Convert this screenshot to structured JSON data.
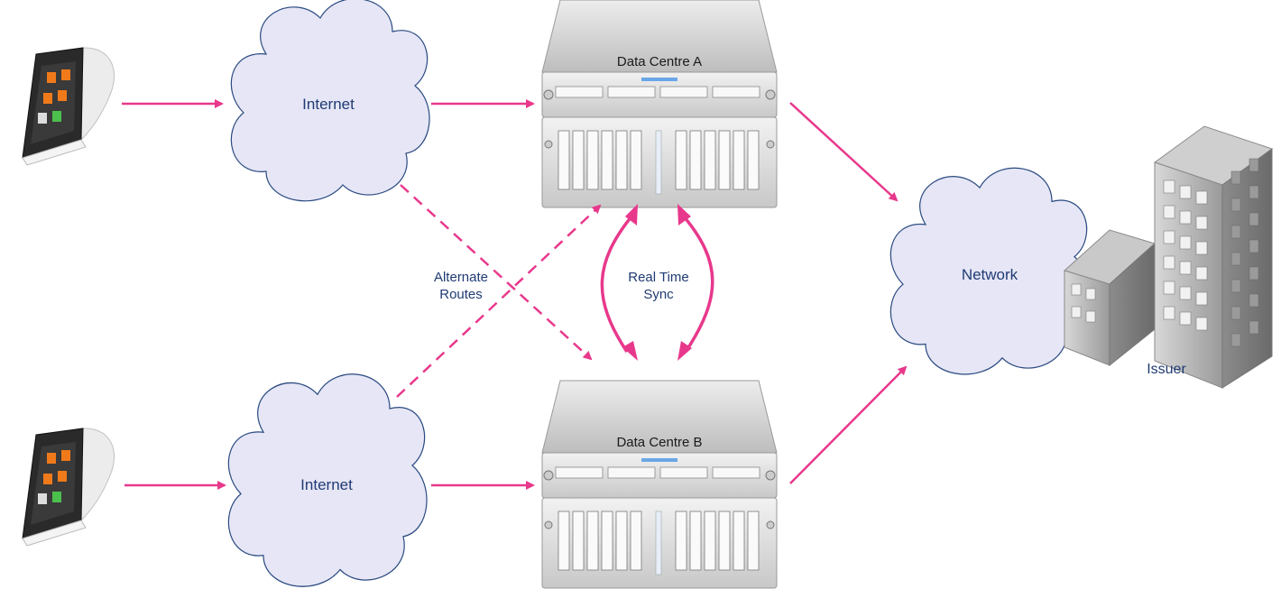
{
  "labels": {
    "internet_top": "Internet",
    "internet_bottom": "Internet",
    "dc_a": "Data Centre A",
    "dc_b": "Data Centre B",
    "network": "Network",
    "issuer": "Issuer",
    "alternate_routes_line1": "Alternate",
    "alternate_routes_line2": "Routes",
    "real_time_sync_line1": "Real Time",
    "real_time_sync_line2": "Sync"
  },
  "colors": {
    "arrow": "#e8388c",
    "cloud_fill": "#e6e6f6",
    "cloud_stroke": "#2a4a80",
    "label_text": "#1f3b73"
  },
  "icons": {
    "terminal": "payment-terminal-icon",
    "server": "server-rack-icon",
    "building": "office-building-icon"
  }
}
